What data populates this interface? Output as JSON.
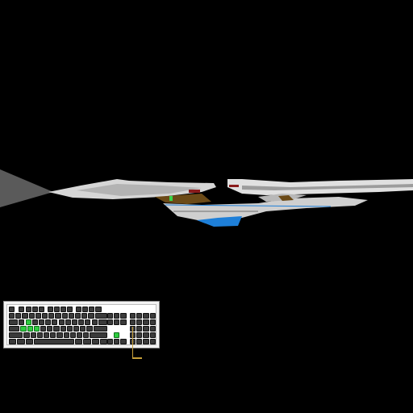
{
  "scene": {
    "background_color": "#000000",
    "colors": {
      "hull_light": "#d6d6d6",
      "hull_mid": "#a9a9a9",
      "hull_dark": "#6e6e6e",
      "deck_brown": "#6b4a17",
      "water_blue": "#1e7fd8",
      "beam": "#5a5a5a",
      "marker_green": "#37d64b",
      "marker_red": "#8a1c1c"
    },
    "icons": [
      "light-cone-icon",
      "ship-hull-icon",
      "keyboard-icon"
    ]
  },
  "keyboard": {
    "lit_keys": [
      "w",
      "a",
      "s",
      "d",
      "up-arrow"
    ],
    "colors": {
      "frame": "#f2f2f2",
      "key": "#3a3a3a",
      "lit": "#2ecc40",
      "cable": "#c9a13a"
    }
  }
}
